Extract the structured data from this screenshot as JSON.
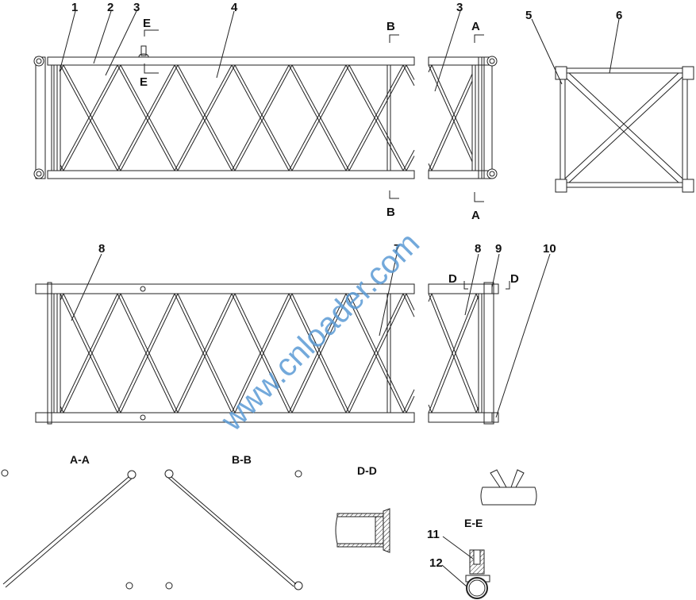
{
  "callouts": {
    "c1": "1",
    "c2": "2",
    "c3": "3",
    "c3b": "3",
    "c4": "4",
    "c5": "5",
    "c6": "6",
    "c7": "7",
    "c8": "8",
    "c8b": "8",
    "c9": "9",
    "c10": "10",
    "c11": "11",
    "c12": "12"
  },
  "section_marks": {
    "a_top": "A",
    "a_bot": "A",
    "b_top": "B",
    "b_bot": "B",
    "e_top": "E",
    "e_bot": "E",
    "d_left": "D",
    "d_right": "D"
  },
  "section_titles": {
    "aa": "A-A",
    "bb": "B-B",
    "dd": "D-D",
    "ee": "E-E"
  },
  "watermark": "www.cnloader.com",
  "colors": {
    "line": "#222222",
    "watermark": "#5b9bd5"
  }
}
